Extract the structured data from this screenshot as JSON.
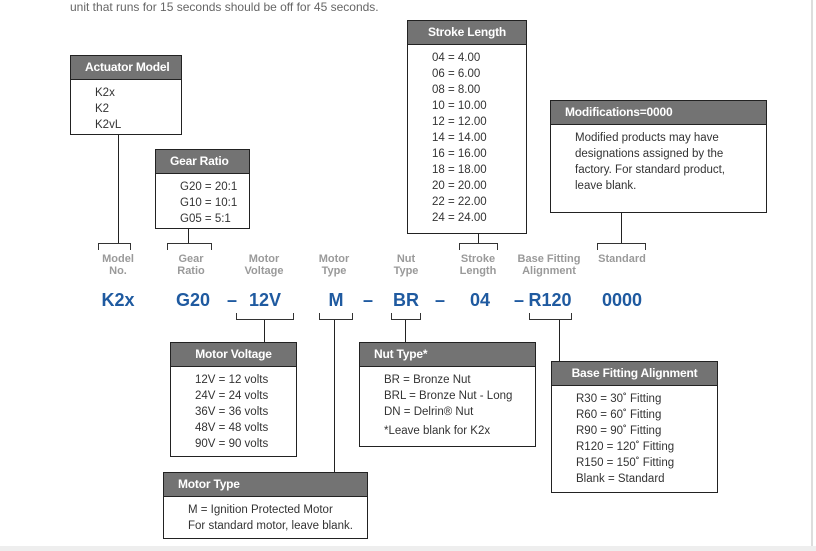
{
  "intro_text": "unit that runs for 15 seconds should be off for 45 seconds.",
  "boxes": {
    "actuator_model": {
      "title": "Actuator Model",
      "items": [
        "K2x",
        "K2",
        "K2vL"
      ]
    },
    "gear_ratio": {
      "title": "Gear Ratio",
      "items": [
        "G20 = 20:1",
        "G10 = 10:1",
        "G05 = 5:1"
      ]
    },
    "stroke_length": {
      "title": "Stroke Length",
      "items": [
        "04 = 4.00",
        "06 = 6.00",
        "08 = 8.00",
        "10 = 10.00",
        "12 = 12.00",
        "14 = 14.00",
        "16 = 16.00",
        "18 = 18.00",
        "20 = 20.00",
        "22 = 22.00",
        "24 = 24.00"
      ]
    },
    "modifications": {
      "title": "Modifications=0000",
      "items": [
        "Modified products may have designations assigned by the factory. For standard product, leave blank."
      ]
    },
    "motor_voltage": {
      "title": "Motor Voltage",
      "items": [
        "12V = 12 volts",
        "24V = 24 volts",
        "36V = 36 volts",
        "48V = 48 volts",
        "90V = 90 volts"
      ]
    },
    "nut_type": {
      "title": "Nut Type*",
      "items": [
        "BR = Bronze Nut",
        "BRL = Bronze Nut - Long",
        "DN = Delrin® Nut",
        "*Leave blank for K2x"
      ]
    },
    "motor_type": {
      "title": "Motor Type",
      "items": [
        "M = Ignition Protected Motor",
        "For standard motor, leave blank."
      ]
    },
    "base_fitting": {
      "title": "Base Fitting Alignment",
      "items": [
        "R30 = 30˚ Fitting",
        "R60 = 60˚ Fitting",
        "R90 = 90˚ Fitting",
        "R120 = 120˚ Fitting",
        "R150 = 150˚ Fitting",
        "Blank = Standard"
      ]
    }
  },
  "labels": {
    "model": [
      "Model",
      "No."
    ],
    "gear": [
      "Gear",
      "Ratio"
    ],
    "voltage": [
      "Motor",
      "Voltage"
    ],
    "mtype": [
      "Motor",
      "Type"
    ],
    "nut": [
      "Nut",
      "Type"
    ],
    "stroke": [
      "Stroke",
      "Length"
    ],
    "base": [
      "Base Fitting",
      "Alignment"
    ],
    "standard": [
      "Standard",
      ""
    ]
  },
  "codes": {
    "model": "K2x",
    "gear": "G20",
    "voltage": "12V",
    "mtype": "M",
    "nut": "BR",
    "stroke": "04",
    "base": "R120",
    "standard": "0000",
    "dash": "–"
  },
  "colors": {
    "code": "#1f5aa0",
    "header": "#737373",
    "label": "#9a9a9a"
  }
}
